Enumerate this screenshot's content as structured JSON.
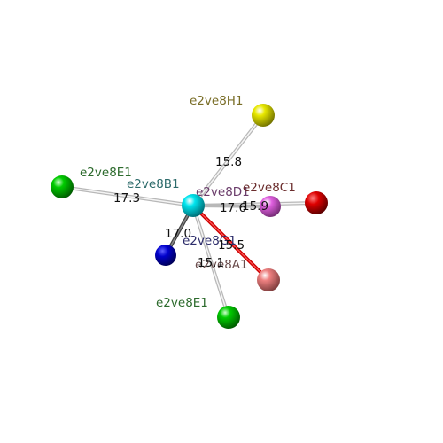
{
  "colors": {
    "background": "#ffffff",
    "bond_default": "#c8c8c8",
    "bond_highlight": "#cc0000",
    "bond_dark": "#444444"
  },
  "atoms": {
    "center": {
      "label": "e2ve8B1",
      "color": "#00e5ee",
      "label_color": "#2d6b6b"
    },
    "h1": {
      "label": "e2ve8H1",
      "color": "#e8e800",
      "label_color": "#7a6e28"
    },
    "e1_left": {
      "label": "e2ve8E1",
      "color": "#00cc00",
      "label_color": "#2d6b2d"
    },
    "d1": {
      "label": "e2ve8D1",
      "color": "#e060e0",
      "label_color": "#6b3d6b"
    },
    "c1": {
      "label": "e2ve8C1",
      "color": "#dd0000",
      "label_color": "#6b2d2d"
    },
    "g1": {
      "label": "e2ve8G1",
      "color": "#0000cc",
      "label_color": "#2d2d6b"
    },
    "a1": {
      "label": "e2ve8A1",
      "color": "#ee8080",
      "label_color": "#6b4d4d"
    },
    "e1_bottom": {
      "label": "e2ve8E1",
      "color": "#00cc00",
      "label_color": "#2d6b2d"
    }
  },
  "distances": {
    "h1": "15.8",
    "e1_left": "17.3",
    "d1": "17.6",
    "c1": "15.9",
    "g1": "17.0",
    "a1": "15.5",
    "e1_bottom": "15.1"
  }
}
